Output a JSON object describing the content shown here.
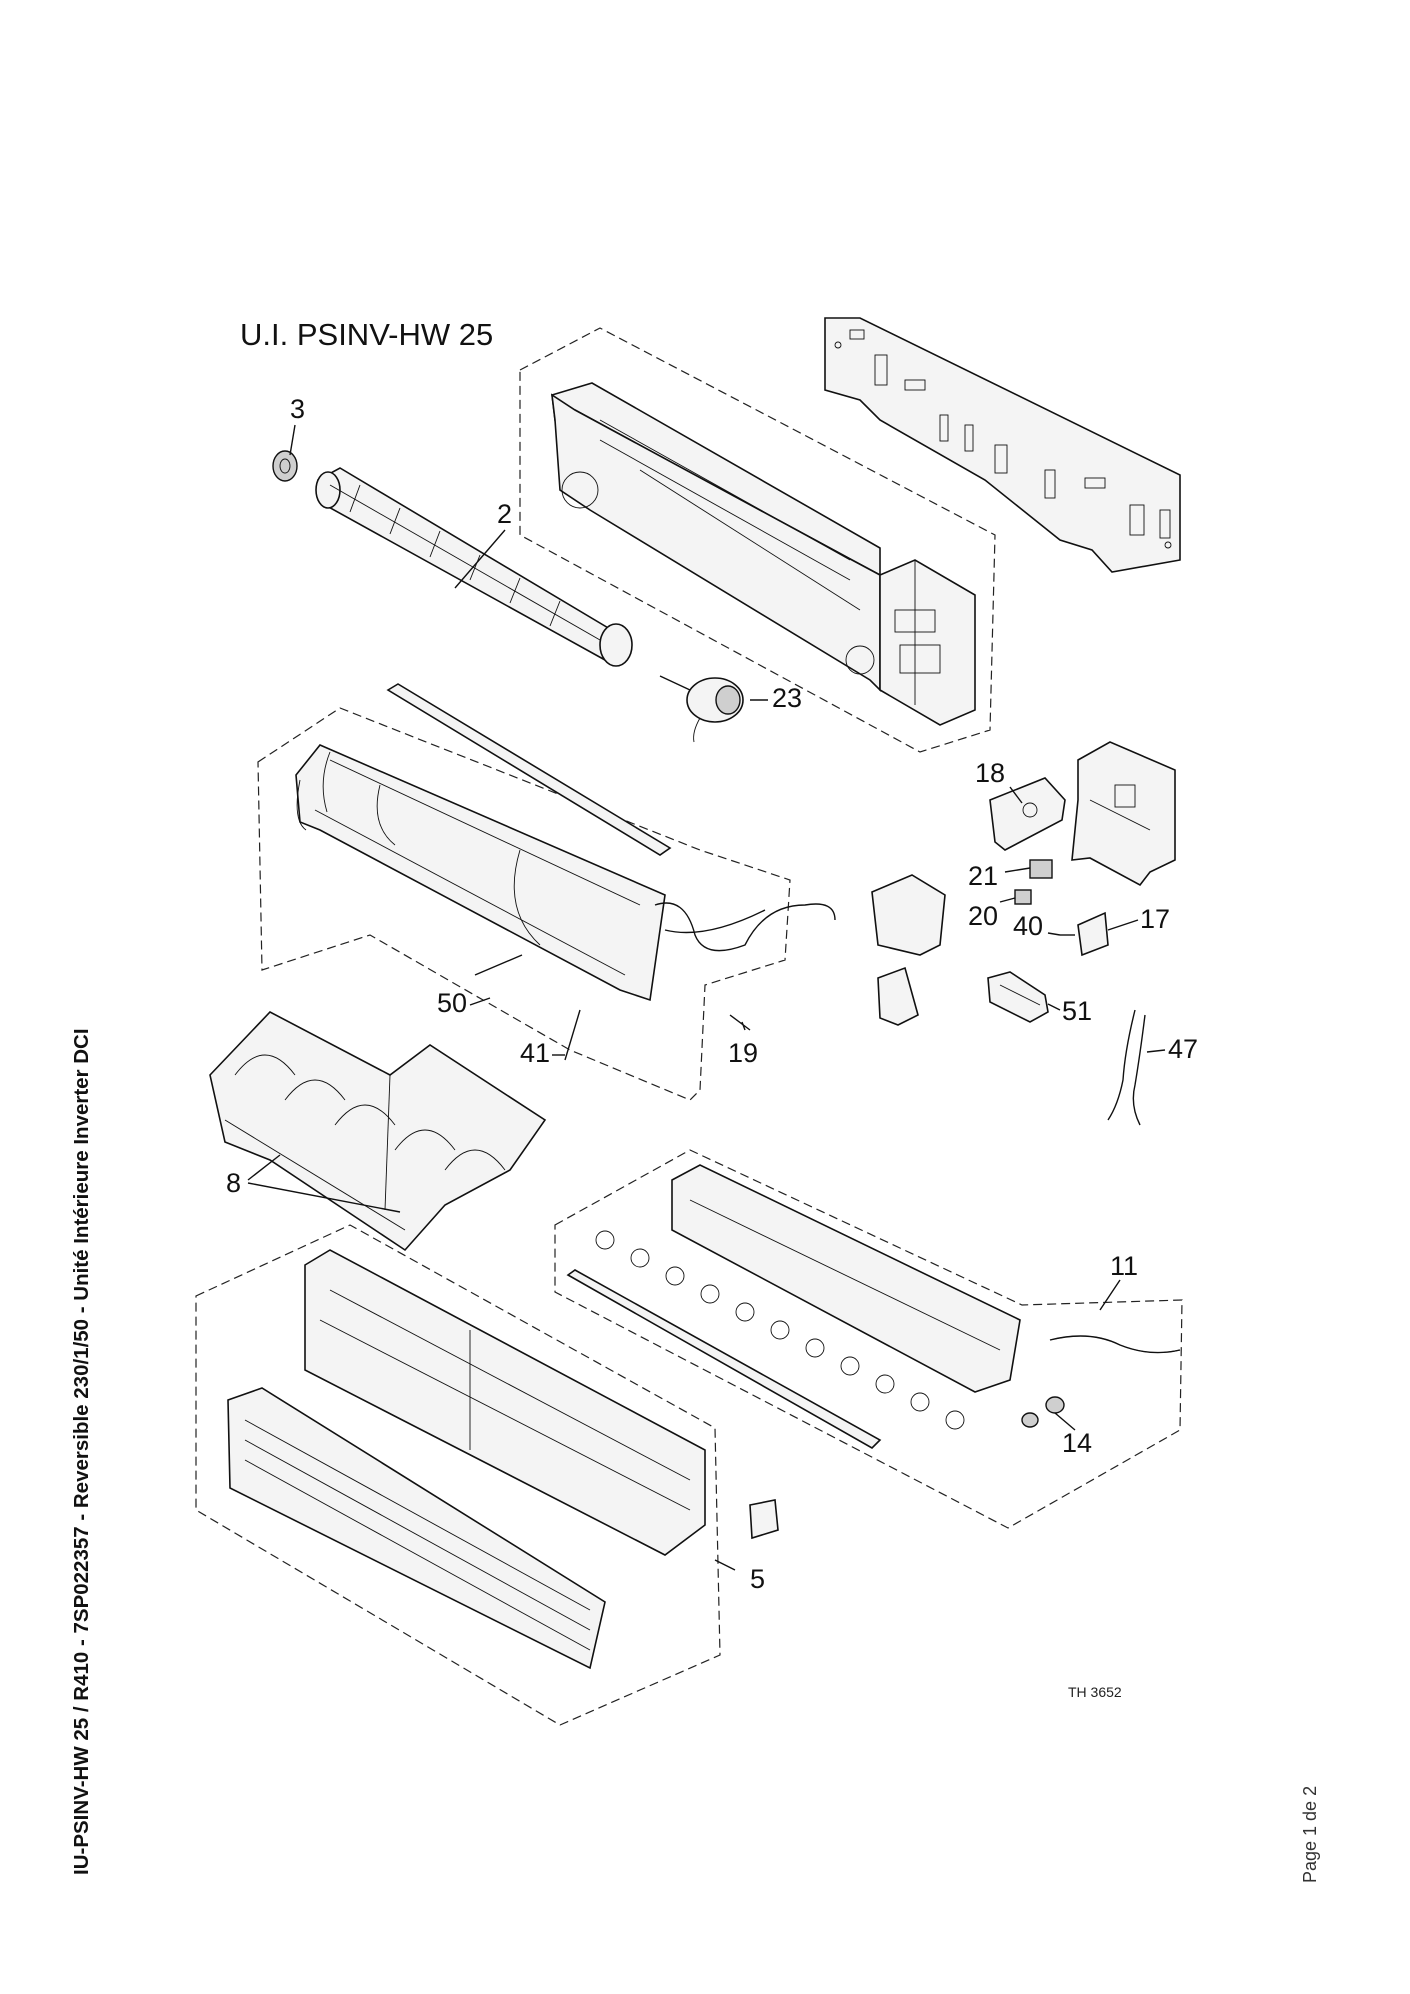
{
  "document": {
    "title": "U.I. PSINV-HW 25",
    "side_title": "IU-PSINV-HW 25 / R410 - 7SP022357 - Reversible 230/1/50 - Unité Intérieure Inverter DCI",
    "page_number": "Page 1 de 2",
    "drawing_ref": "TH 3652"
  },
  "callouts": {
    "c2": "2",
    "c3": "3",
    "c5": "5",
    "c8": "8",
    "c11": "11",
    "c14": "14",
    "c17": "17",
    "c18": "18",
    "c19": "19",
    "c20": "20",
    "c21": "21",
    "c23": "23",
    "c40": "40",
    "c41": "41",
    "c47": "47",
    "c50": "50",
    "c51": "51"
  }
}
